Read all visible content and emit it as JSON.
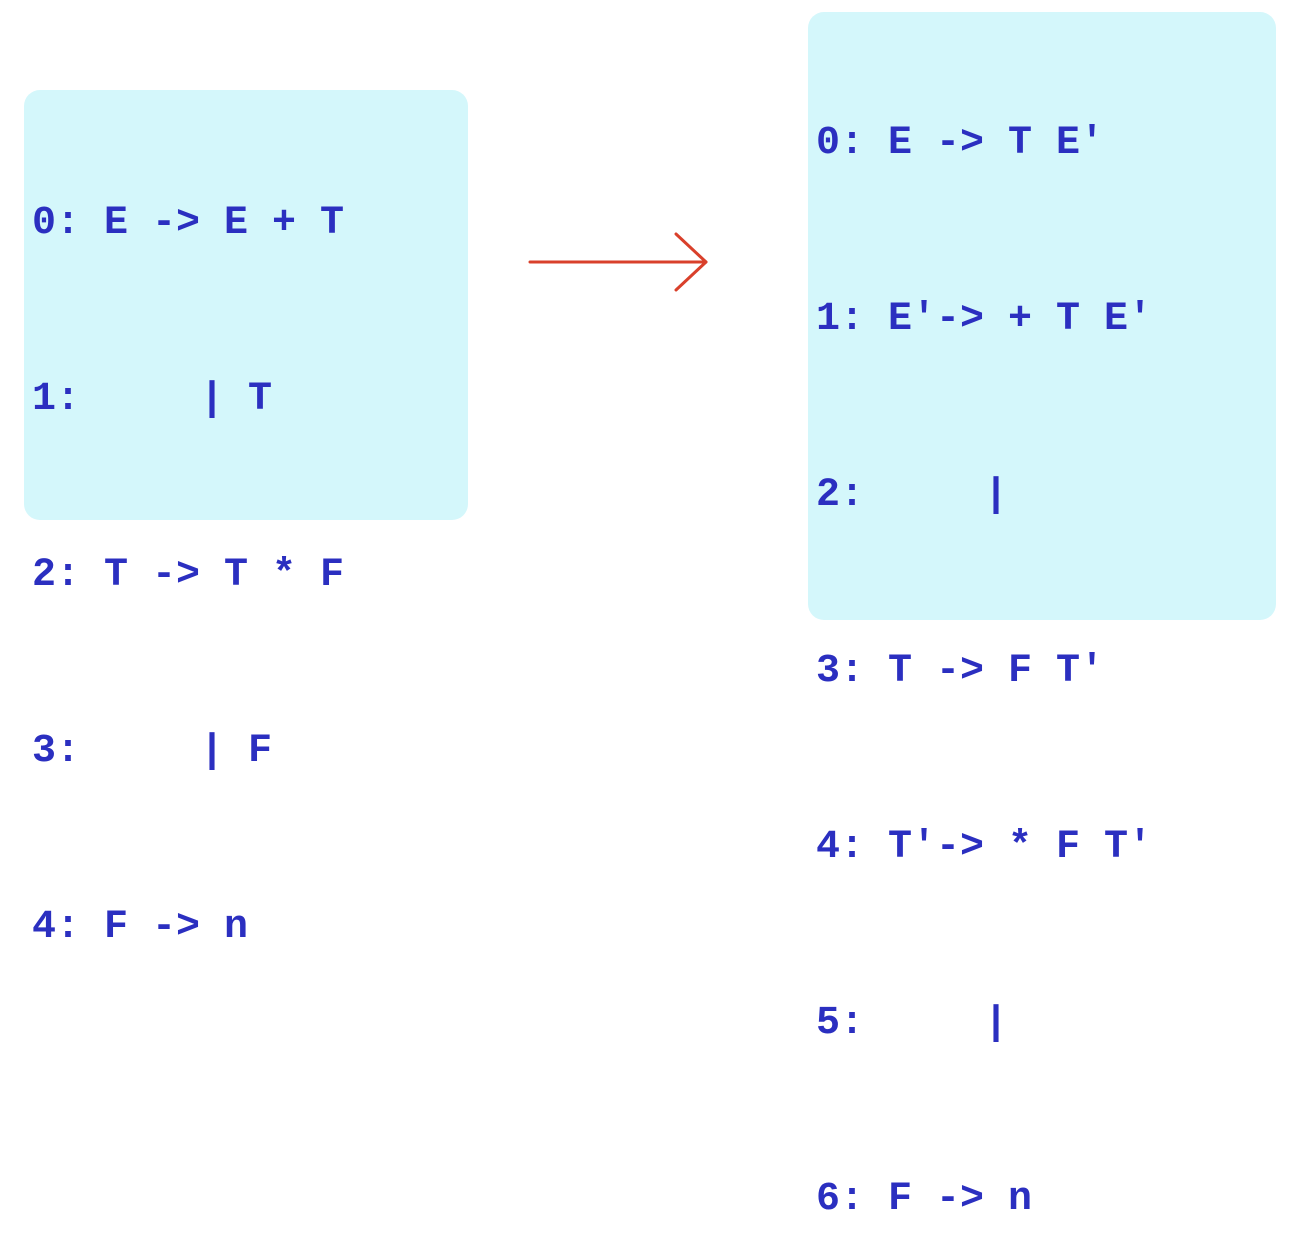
{
  "before_grammar": {
    "rules": [
      "0: E -> E + T",
      "1:     | T",
      "2: T -> T * F",
      "3:     | F",
      "4: F -> n"
    ]
  },
  "after_grammar": {
    "rules": [
      "0: E -> T E′",
      "1: E′-> + T E′",
      "2:     |",
      "3: T -> F T′",
      "4: T′-> * F T′",
      "5:     |",
      "6: F -> n"
    ]
  },
  "colors": {
    "box_background": "#d4f7fb",
    "text": "#2b2fc0",
    "arrow": "#d9402b"
  }
}
